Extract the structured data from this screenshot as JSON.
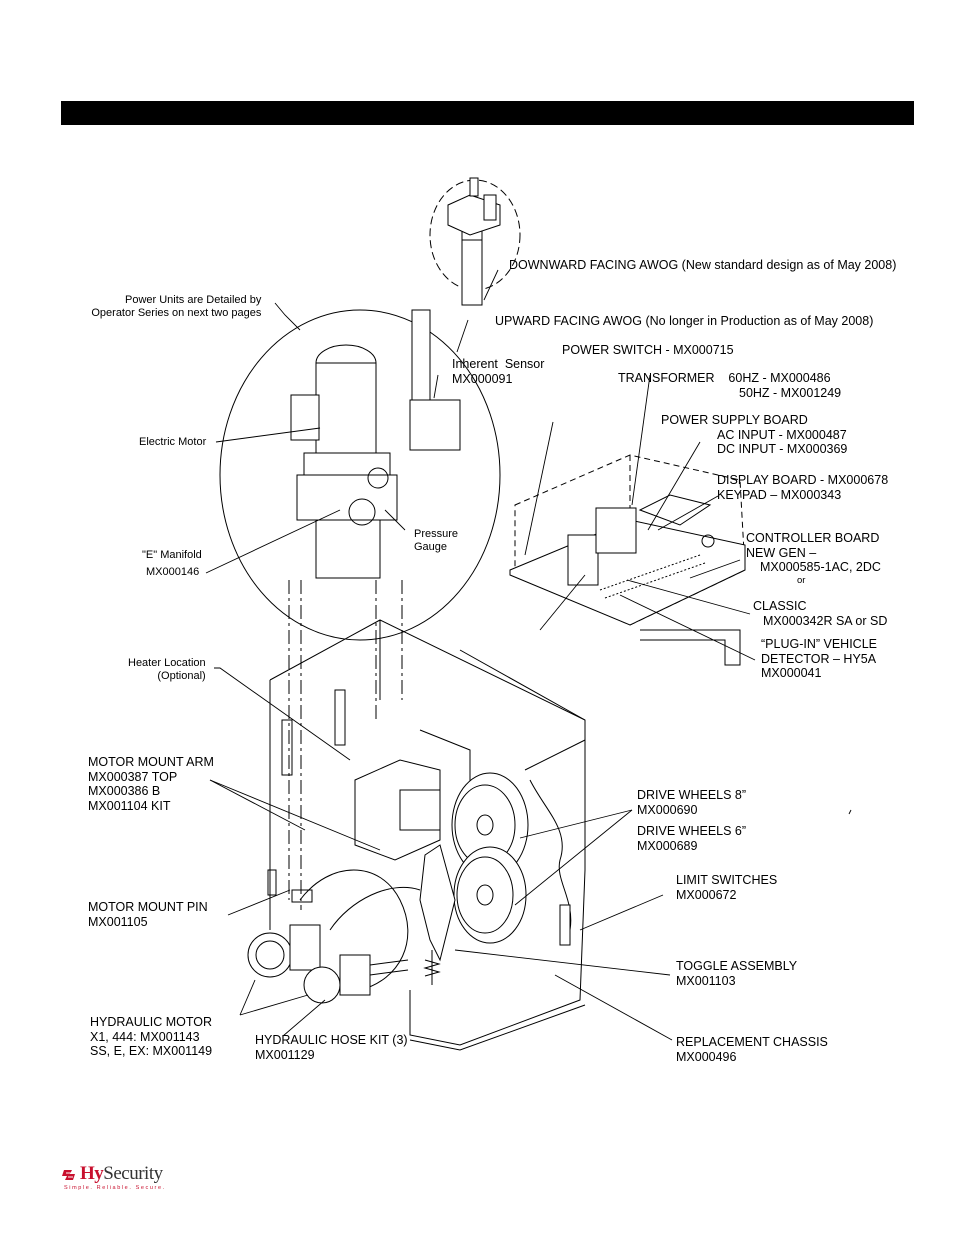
{
  "labels": {
    "downward_awog": "DOWNWARD FACING AWOG (New standard design as of May 2008)",
    "power_units_1": "Power Units are Detailed by",
    "power_units_2": "Operator Series on next two pages",
    "upward_awog": "UPWARD FACING AWOG (No longer in Production as of May 2008)",
    "power_switch": "POWER SWITCH - MX000715",
    "inherent_sensor_1": "Inherent  Sensor",
    "inherent_sensor_2": "MX000091",
    "transformer_1": "TRANSFORMER    60HZ - MX000486",
    "transformer_2": "50HZ - MX001249",
    "power_supply_1": "POWER SUPPLY BOARD",
    "power_supply_2": "AC INPUT - MX000487",
    "power_supply_3": "DC INPUT - MX000369",
    "electric_motor": "Electric Motor",
    "display_board_1": "DISPLAY BOARD - MX000678",
    "display_board_2": "KEYPAD – MX000343",
    "pressure_gauge_1": "Pressure",
    "pressure_gauge_2": "Gauge",
    "controller_1": "CONTROLLER BOARD",
    "controller_2": "NEW GEN –",
    "controller_3": "MX000585-1AC, 2DC",
    "controller_or": "or",
    "e_manifold_1": "\"E\" Manifold",
    "e_manifold_2": "MX000146",
    "classic_1": "CLASSIC",
    "classic_2": "MX000342R SA or SD",
    "plugin_1": "“PLUG-IN” VEHICLE",
    "plugin_2": "DETECTOR – HY5A",
    "plugin_3": "MX000041",
    "heater_1": "Heater Location",
    "heater_2": "(Optional)",
    "motor_mount_arm_1": "MOTOR MOUNT ARM",
    "motor_mount_arm_2": "MX000387 TOP",
    "motor_mount_arm_3": "MX000386 B",
    "motor_mount_arm_4": "MX001104 KIT",
    "drive_wheels_8_1": "DRIVE WHEELS 8”",
    "drive_wheels_8_2": "MX000690",
    "drive_wheels_6_1": "DRIVE WHEELS 6”",
    "drive_wheels_6_2": "MX000689",
    "limit_switches_1": "LIMIT SWITCHES",
    "limit_switches_2": "MX000672",
    "motor_mount_pin_1": "MOTOR MOUNT PIN",
    "motor_mount_pin_2": "MX001105",
    "toggle_1": "TOGGLE ASSEMBLY",
    "toggle_2": "MX001103",
    "hyd_motor_1": "HYDRAULIC MOTOR",
    "hyd_motor_2": "X1, 444: MX001143",
    "hyd_motor_3": "SS, E, EX: MX001149",
    "hose_kit_1": "HYDRAULIC HOSE KIT (3)",
    "hose_kit_2": "MX001129",
    "chassis_1": "REPLACEMENT CHASSIS",
    "chassis_2": "MX000496"
  },
  "logo": {
    "brand_bold": "Hy",
    "brand_rest": "Security",
    "tagline": "Simple. Reliable. Secure.",
    "brand_color": "#c8102e"
  }
}
